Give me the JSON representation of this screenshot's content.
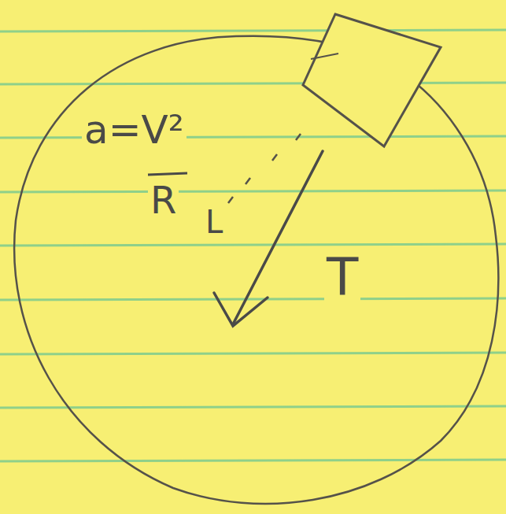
{
  "diagram": {
    "labels": [
      "a=V²",
      "R",
      "L",
      "T"
    ]
  }
}
